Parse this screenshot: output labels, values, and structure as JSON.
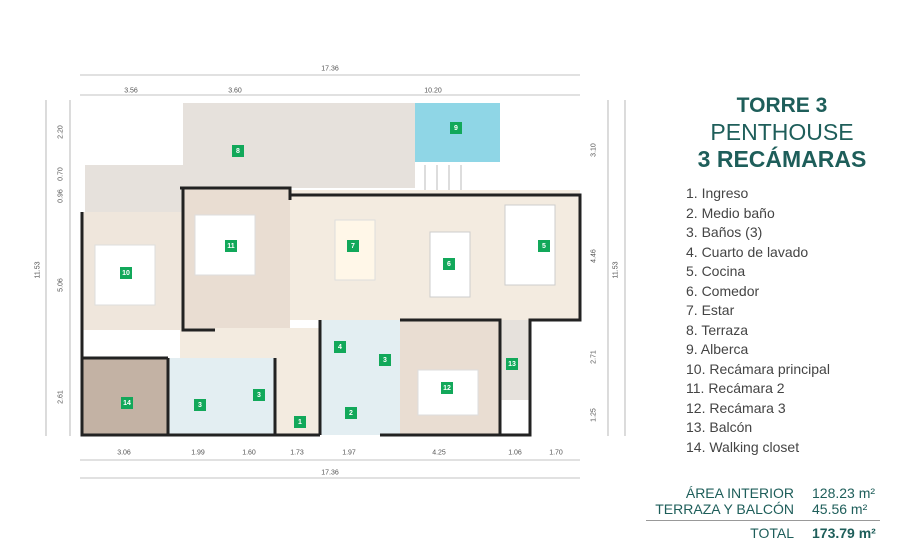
{
  "header": {
    "line1": "TORRE 3",
    "line2": "PENTHOUSE",
    "line3": "3 RECÁMARAS"
  },
  "legend": [
    "1.  Ingreso",
    "2. Medio baño",
    "3. Baños (3)",
    "4. Cuarto de lavado",
    "5. Cocina",
    "6. Comedor",
    "7. Estar",
    "8. Terraza",
    "9. Alberca",
    "10. Recámara principal",
    "11. Recámara 2",
    "12. Recámara 3",
    "13. Balcón",
    "14. Walking closet"
  ],
  "areas": {
    "interior_label": "ÁREA INTERIOR",
    "interior_value": "128.23 m²",
    "terrace_label": "TERRAZA Y BALCÓN",
    "terrace_value": "45.56 m²",
    "total_label": "TOTAL",
    "total_value": "173.79 m²"
  },
  "dimensions": {
    "top_total": "17.36",
    "top": [
      "3.56",
      "3.60",
      "10.20"
    ],
    "left": [
      "2.20",
      "0.70",
      "0.96",
      "5.06",
      "2.61"
    ],
    "left_total": "11.53",
    "right_total": "11.53",
    "right": [
      "3.10",
      "4.46",
      "2.71",
      "1.25"
    ],
    "bottom": [
      "3.06",
      "1.99",
      "1.60",
      "1.73",
      "1.97",
      "4.25",
      "1.06",
      "1.70"
    ],
    "bottom_total": "17.36"
  },
  "markers": [
    "8",
    "9",
    "7",
    "6",
    "5",
    "10",
    "11",
    "4",
    "3",
    "12",
    "13",
    "14",
    "3",
    "3",
    "1",
    "2"
  ],
  "colors": {
    "brand": "#1e5e5a",
    "marker": "#12a85a"
  }
}
